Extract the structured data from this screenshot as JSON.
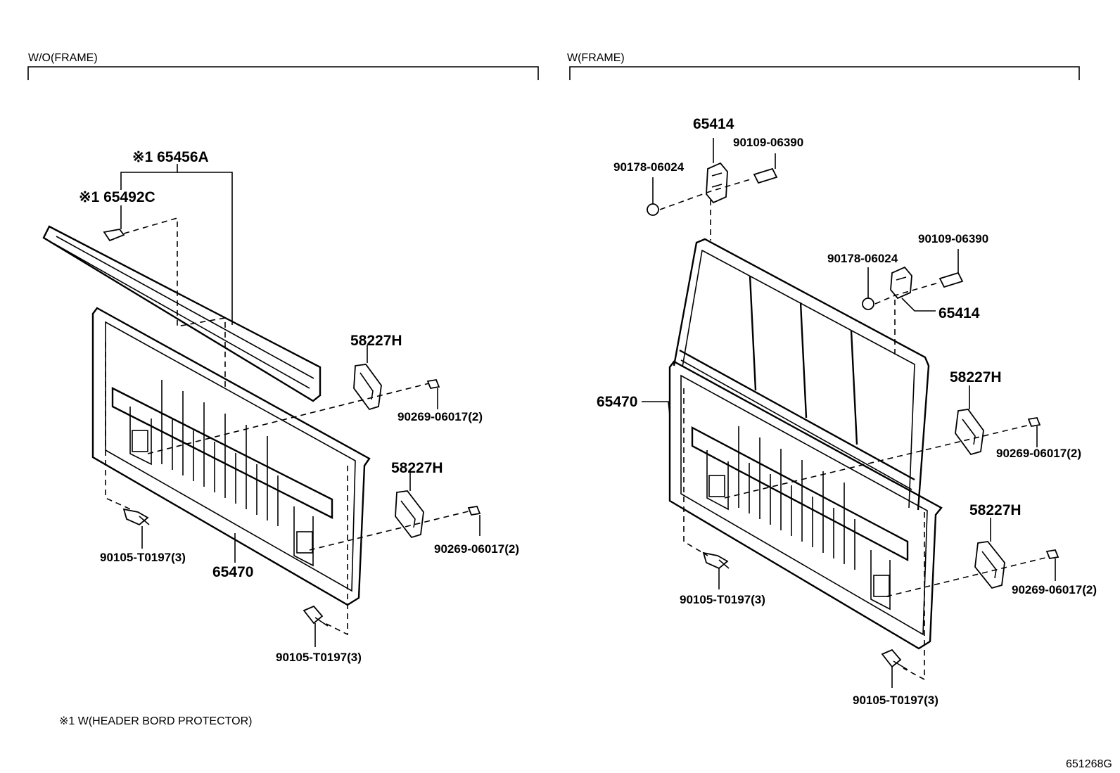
{
  "sections": {
    "left": "W/O(FRAME)",
    "right": "W(FRAME)"
  },
  "left_labels": {
    "p65456A": "※1 65456A",
    "p65492C": "※1 65492C",
    "p58227H_a": "58227H",
    "p90269_a": "90269-06017(2)",
    "p58227H_b": "58227H",
    "p90269_b": "90269-06017(2)",
    "p90105_a": "90105-T0197(3)",
    "p65470": "65470",
    "p90105_b": "90105-T0197(3)"
  },
  "right_labels": {
    "p65414_a": "65414",
    "p90109_a": "90109-06390",
    "p90178_a": "90178-06024",
    "p90109_b": "90109-06390",
    "p90178_b": "90178-06024",
    "p65414_b": "65414",
    "p58227H_a": "58227H",
    "p65470": "65470",
    "p90269_a": "90269-06017(2)",
    "p58227H_b": "58227H",
    "p90269_b": "90269-06017(2)",
    "p90105_a": "90105-T0197(3)",
    "p90105_b": "90105-T0197(3)"
  },
  "footnote": "※1  W(HEADER BORD PROTECTOR)",
  "figure_id": "651268G"
}
